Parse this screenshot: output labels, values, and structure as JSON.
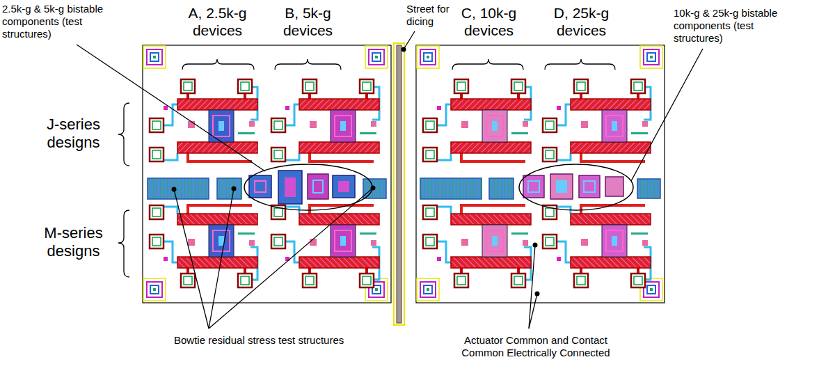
{
  "diagram": {
    "labels": [
      "2.5k-g & 5k-g bistable components (test structures)",
      "A, 2.5k-g devices",
      "B, 5k-g devices",
      "Street for dicing",
      "C, 10k-g devices",
      "D, 25k-g devices",
      "10k-g & 25k-g bistable components (test structures)",
      "J-series designs",
      "M-series designs",
      "Bowtie residual stress test structures",
      "Actuator Common and Contact Common Electrically Connected"
    ]
  }
}
